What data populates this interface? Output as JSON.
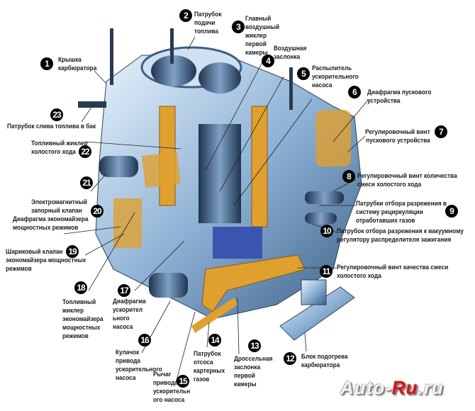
{
  "labels": [
    {
      "n": "1",
      "text": "Крышка\nкарбюратора"
    },
    {
      "n": "2",
      "text": "Патрубок\nподачи\nтоплива"
    },
    {
      "n": "3",
      "text": "Главный\nвоздушный\nжиклер\nпервой\nкамеры"
    },
    {
      "n": "4",
      "text": "Воздушная\nзаслонка"
    },
    {
      "n": "5",
      "text": "Распылитель\nускорительного\nнасоса"
    },
    {
      "n": "6",
      "text": "Диафрагма пускового\nустройства"
    },
    {
      "n": "7",
      "text": "Регулировочный винт\nпускового устройства"
    },
    {
      "n": "8",
      "text": "Регулировочный винт количества\nсмеси холостого хода"
    },
    {
      "n": "9",
      "text": "Патрубки отбора разрежения в\nсистему рециркуляции\nотработавших газов"
    },
    {
      "n": "10",
      "text": "Патрубок отбора разрежения к вакуумному\nрегулятору распределителя зажигания"
    },
    {
      "n": "11",
      "text": "Регулировочный винт качества смеси\nхолостого хода"
    },
    {
      "n": "12",
      "text": "Блок подогрева\nкарбюратора"
    },
    {
      "n": "13",
      "text": "Дроссельная\nзаслонка\nпервой\nкамеры"
    },
    {
      "n": "14",
      "text": "Патрубок\nотсоса\nкартерных\nгазов"
    },
    {
      "n": "15",
      "text": "Рычаг\nпривода\nускорительн\nого насоса"
    },
    {
      "n": "16",
      "text": "Кулачок\nпривода\nускорительного\nнасоса"
    },
    {
      "n": "17",
      "text": "Диафрагма\nускорител\nьного\nнасоса"
    },
    {
      "n": "18",
      "text": "Топливный\nжиклер\nэкономайзера\nмощностных\nрежимов"
    },
    {
      "n": "19",
      "text": "Шариковый клапан\nэкономайзера мощностных\nрежимов"
    },
    {
      "n": "20",
      "text": "Диафрагма экономайзера\nмощностных режимов"
    },
    {
      "n": "21",
      "text": "Электромагнитный\nзапорный клапан"
    },
    {
      "n": "22",
      "text": "Топливный жиклер\nхолостого хода"
    },
    {
      "n": "23",
      "text": "Патрубок слива топлива в бак"
    }
  ],
  "watermark": {
    "part1": "Auto-",
    "part2": "Ru",
    ".ru": ".ru"
  },
  "colors": {
    "metal": "#8fb3d6",
    "section": "#e0a030",
    "badge": "#000000"
  }
}
